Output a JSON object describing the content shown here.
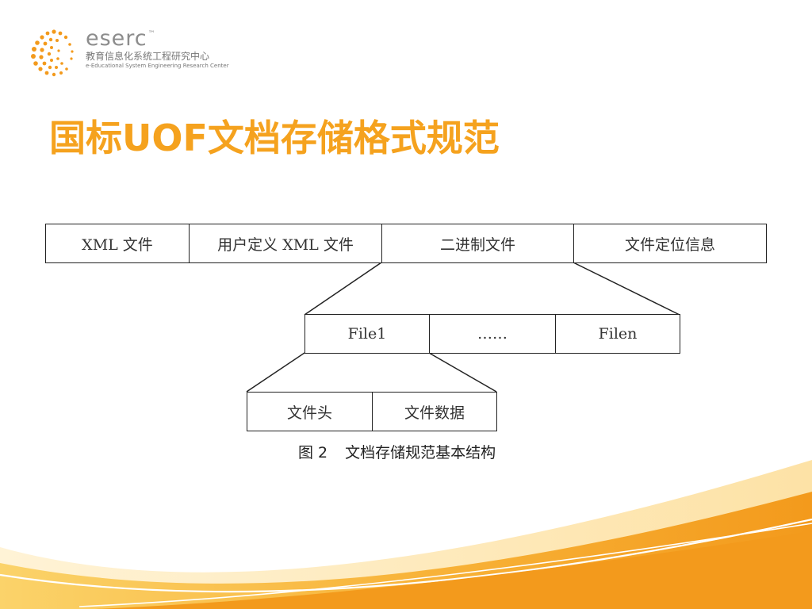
{
  "logo": {
    "name": "eserc",
    "tm": "™",
    "cn": "教育信息化系统工程研究中心",
    "en": "e-Educational System Engineering Research Center"
  },
  "title": "国标UOF文档存储格式规范",
  "diagram": {
    "row1": [
      "XML 文件",
      "用户定义 XML 文件",
      "二进制文件",
      "文件定位信息"
    ],
    "row2": [
      "File1",
      "……",
      "Filen"
    ],
    "row3": [
      "文件头",
      "文件数据"
    ]
  },
  "caption": {
    "number": "图 2",
    "text": "文档存储规范基本结构"
  },
  "colors": {
    "title": "#f5a21e",
    "accent": "#f39a1c"
  }
}
